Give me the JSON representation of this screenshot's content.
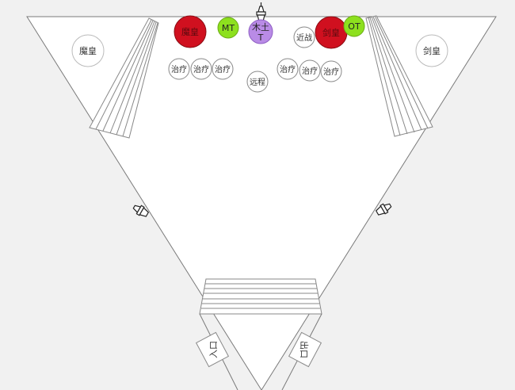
{
  "labels": {
    "demon_emperor": "魔皇",
    "sword_emperor": "剑皇",
    "entrance": "入口",
    "exit": "出口"
  },
  "tokens": [
    {
      "id": "boss-left",
      "text": "魔皇",
      "fill": "#d0101f",
      "stroke": "#8a0d14",
      "textColor": "#5c0a0f"
    },
    {
      "id": "boss-right",
      "text": "剑皇",
      "fill": "#d0101f",
      "stroke": "#8a0d14",
      "textColor": "#5c0a0f"
    },
    {
      "id": "mt",
      "text": "MT",
      "fill": "#8de01e",
      "stroke": "#6aaa14",
      "textColor": "#222222"
    },
    {
      "id": "ot",
      "text": "OT",
      "fill": "#8de01e",
      "stroke": "#6aaa14",
      "textColor": "#222222"
    },
    {
      "id": "wood-t",
      "text": "木土",
      "subtext": "T",
      "fill": "#b98be6",
      "stroke": "#8f5fc4",
      "textColor": "#222222"
    },
    {
      "id": "melee",
      "text": "近战",
      "fill": "#ffffff",
      "stroke": "#888888",
      "textColor": "#333333"
    },
    {
      "id": "ranged",
      "text": "远程",
      "fill": "#ffffff",
      "stroke": "#888888",
      "textColor": "#333333"
    },
    {
      "id": "heal-1",
      "text": "治疗",
      "fill": "#ffffff",
      "stroke": "#888888",
      "textColor": "#333333"
    },
    {
      "id": "heal-2",
      "text": "治疗",
      "fill": "#ffffff",
      "stroke": "#888888",
      "textColor": "#333333"
    },
    {
      "id": "heal-3",
      "text": "治疗",
      "fill": "#ffffff",
      "stroke": "#888888",
      "textColor": "#333333"
    },
    {
      "id": "heal-4",
      "text": "治疗",
      "fill": "#ffffff",
      "stroke": "#888888",
      "textColor": "#333333"
    },
    {
      "id": "heal-5",
      "text": "治疗",
      "fill": "#ffffff",
      "stroke": "#888888",
      "textColor": "#333333"
    },
    {
      "id": "heal-6",
      "text": "治疗",
      "fill": "#ffffff",
      "stroke": "#888888",
      "textColor": "#333333"
    }
  ],
  "colors": {
    "background": "#f1f1f1",
    "floor": "#ffffff",
    "outline": "#7a7a7a",
    "stairs": "#888888"
  },
  "icons": [
    "torch-icon-top",
    "torch-icon-left",
    "torch-icon-right"
  ]
}
